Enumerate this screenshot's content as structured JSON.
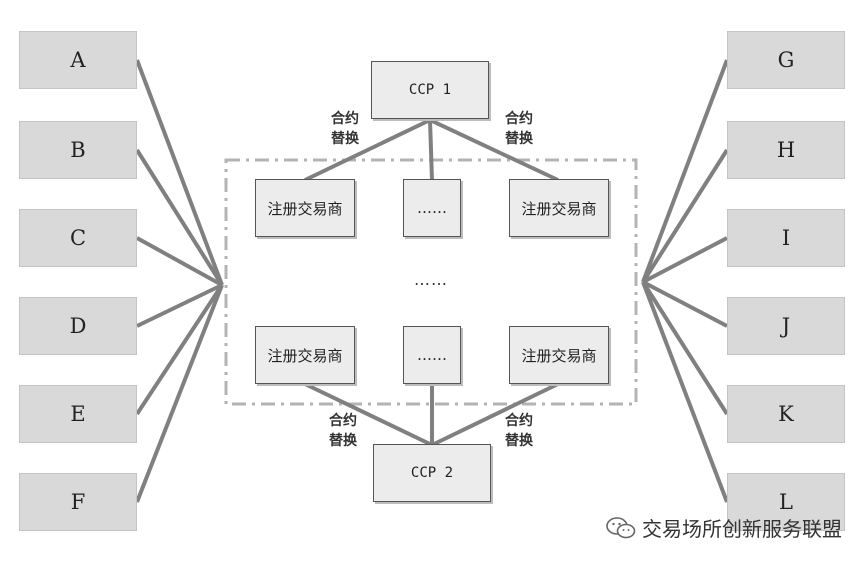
{
  "left_nodes": [
    "A",
    "B",
    "C",
    "D",
    "E",
    "F"
  ],
  "right_nodes": [
    "G",
    "H",
    "I",
    "J",
    "K",
    "L"
  ],
  "ccp_top": "CCP 1",
  "ccp_bottom": "CCP 2",
  "dealer_label": "注册交易商",
  "ellipsis_box": "……",
  "ellipsis_middle": "……",
  "substitution_label": [
    "合约",
    "替换"
  ],
  "watermark": {
    "icon": "wechat-icon",
    "text": "交易场所创新服务联盟"
  },
  "colors": {
    "side_box": "#d9d9d9",
    "node_box": "#ececec",
    "connector": "#808080",
    "dashed_frame": "#b3b3b3"
  }
}
